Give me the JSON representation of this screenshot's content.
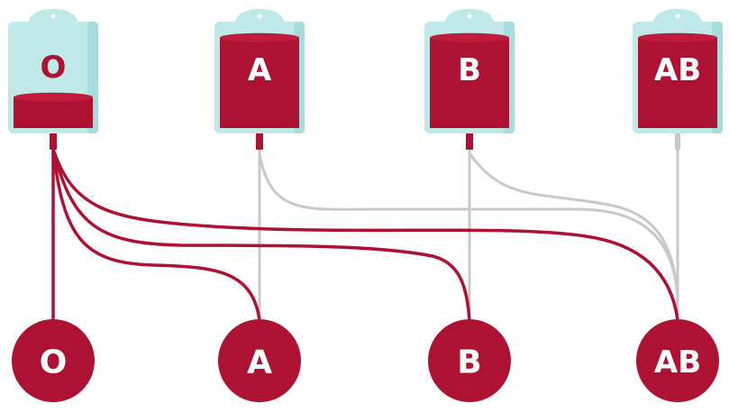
{
  "colors": {
    "blood": "#ad1232",
    "blood_light": "#c01a3c",
    "bag": "#bfe9e9",
    "bag_outline": "#a7dcdc",
    "compatible_line": "#ad1232",
    "neutral_line": "#c8c8c8",
    "bag_label_light": "#ffffff",
    "bag_label_dark": "#ad1232"
  },
  "donors": [
    {
      "label": "O",
      "fill": "low"
    },
    {
      "label": "A",
      "fill": "full"
    },
    {
      "label": "B",
      "fill": "full"
    },
    {
      "label": "AB",
      "fill": "full"
    }
  ],
  "recipients": [
    {
      "label": "O"
    },
    {
      "label": "A"
    },
    {
      "label": "B"
    },
    {
      "label": "AB"
    }
  ]
}
